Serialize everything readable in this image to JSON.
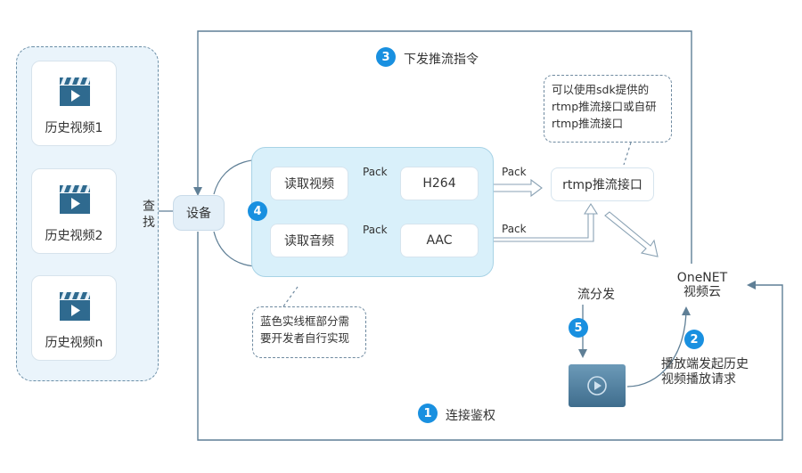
{
  "history_videos": [
    {
      "label": "历史视频1"
    },
    {
      "label": "历史视频2"
    },
    {
      "label": "历史视频n"
    }
  ],
  "search_label": [
    "查",
    "找"
  ],
  "device_label": "设备",
  "read_video": "读取视频",
  "read_audio": "读取音频",
  "h264": "H264",
  "aac": "AAC",
  "pack": "Pack",
  "rtmp_interface": "rtmp推流接口",
  "onenet_line1": "OneNET",
  "onenet_line2": "视频云",
  "stream_dispatch": "流分发",
  "steps": [
    {
      "num": "1",
      "text": "连接鉴权"
    },
    {
      "num": "2",
      "text": "播放端发起历史\n视频播放请求"
    },
    {
      "num": "3",
      "text": "下发推流指令"
    },
    {
      "num": "4",
      "text": ""
    },
    {
      "num": "5",
      "text": ""
    }
  ],
  "step2_lines": [
    "播放端发起历史",
    "视频播放请求"
  ],
  "note_rtmp": [
    "可以使用sdk提供的",
    "rtmp推流接口或自研",
    "rtmp推流接口"
  ],
  "note_dev": [
    "蓝色实线框部分需",
    "要开发者自行实现"
  ],
  "colors": {
    "badge": "#1990e0",
    "line": "#6b8ea6",
    "dev_box": "#d9f0fa",
    "group": "#eaf4fb"
  }
}
